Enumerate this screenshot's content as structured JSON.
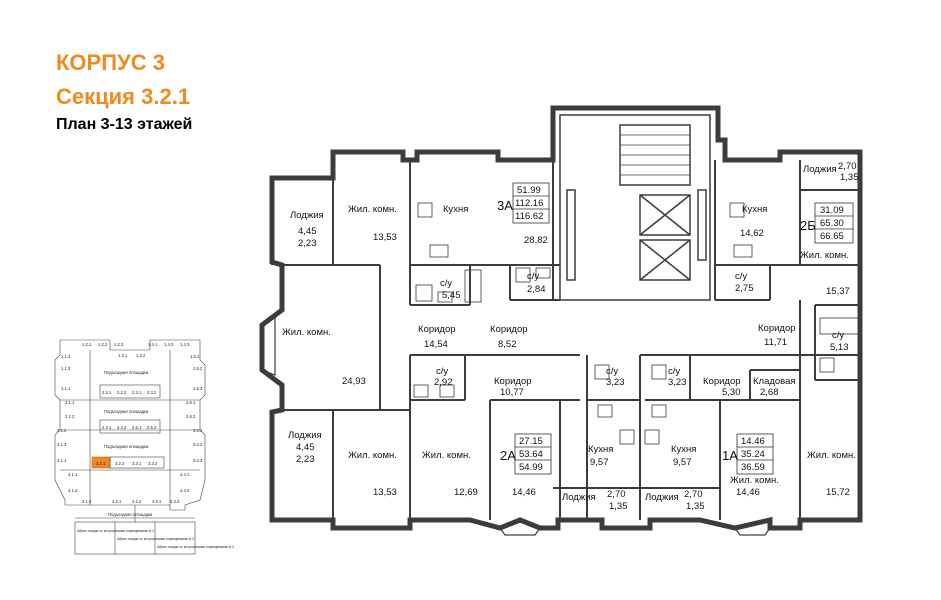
{
  "title": {
    "building": "КОРПУС 3",
    "section": "Секция 3.2.1",
    "plan": "План 3-13 этажей"
  },
  "colors": {
    "accent": "#f08a1c",
    "wall": "#3c3c3c",
    "highlight": "#f08a1c"
  },
  "rooms": {
    "loggia_tl": {
      "name": "Лоджия",
      "v1": "4,45",
      "v2": "2,23"
    },
    "room_tl": {
      "name": "Жил. комн.",
      "v": "13,53"
    },
    "kitchen_3a": {
      "name": "Кухня"
    },
    "area_3a": {
      "v": "28,82"
    },
    "wc_l": {
      "name": "с/у",
      "v": "5,45"
    },
    "wc_3a": {
      "name": "с/у",
      "v": "2,84"
    },
    "room_big_l": {
      "name": "Жил. комн.",
      "v": "24,93"
    },
    "corr_l1": {
      "name": "Коридор",
      "v": "14,54"
    },
    "corr_l2": {
      "name": "Коридор",
      "v": "8,52"
    },
    "wc_ml": {
      "name": "с/у",
      "v": "2,92"
    },
    "corr_2a": {
      "name": "Коридор",
      "v": "10,77"
    },
    "wc_2a": {
      "name": "с/у",
      "v": "3,23"
    },
    "wc_1a": {
      "name": "с/у",
      "v": "3,23"
    },
    "loggia_bl": {
      "name": "Лоджия",
      "v1": "4,45",
      "v2": "2,23"
    },
    "room_bl": {
      "name": "Жил. комн.",
      "v": "13,53"
    },
    "room_bml": {
      "name": "Жил. комн.",
      "v": "12,69"
    },
    "room_2a": {
      "v": "14,46"
    },
    "kitchen_2a": {
      "name": "Кухня",
      "v": "9,57"
    },
    "kitchen_1a": {
      "name": "Кухня",
      "v": "9,57"
    },
    "loggia_b1": {
      "name": "Лоджия",
      "v": "2,70",
      "v2": "1,35"
    },
    "loggia_b2": {
      "name": "Лоджия",
      "v": "2,70",
      "v2": "1,35"
    },
    "room_1a": {
      "name": "Жил. комн.",
      "v": "14,46"
    },
    "kitchen_2b": {
      "name": "Кухня",
      "v": "14,62"
    },
    "wc_2b": {
      "name": "с/у",
      "v": "2,75"
    },
    "loggia_tr": {
      "name": "Лоджия",
      "v": "2,70",
      "v2": "1,35"
    },
    "room_2b": {
      "name": "Жил. комн.",
      "v": "15,37"
    },
    "corr_r": {
      "name": "Коридор",
      "v": "11,71"
    },
    "wc_r": {
      "name": "с/у",
      "v": "5,13"
    },
    "corr_1a": {
      "name": "Коридор",
      "v": "5,30"
    },
    "pantry": {
      "name": "Кладовая",
      "v": "2,68"
    },
    "room_br": {
      "name": "Жил. комн.",
      "v": "15,72"
    }
  },
  "apartments": {
    "a3": {
      "code": "3А",
      "v1": "51.99",
      "v2": "112.16",
      "v3": "116.62"
    },
    "a2b": {
      "code": "2Б",
      "v1": "31.09",
      "v2": "65.30",
      "v3": "66.65"
    },
    "a2a": {
      "code": "2А",
      "v1": "27.15",
      "v2": "53.64",
      "v3": "54.99"
    },
    "a1a": {
      "code": "1А",
      "v1": "14.46",
      "v2": "35.24",
      "v3": "36.59"
    }
  },
  "keyplan": {
    "top": [
      "1.2.1",
      "1.2.2",
      "1.2.3",
      "1.4.1",
      "1.4.2",
      "1.4.3"
    ],
    "center_top": [
      "1.3.1",
      "1.3.2"
    ],
    "left_col": [
      "1.1.2",
      "1.1.3",
      "1.1.1",
      "2.1.1",
      "2.1.2",
      "3.1.2",
      "3.1.3",
      "3.1.1",
      "4.1.1",
      "4.1.2"
    ],
    "right_col": [
      "1.5.1",
      "1.5.2",
      "1.5.3",
      "2.6.1",
      "2.6.2",
      "3.4.1",
      "3.4.2",
      "3.4.3",
      "4.4.1",
      "4.4.2"
    ],
    "row2": [
      "2.2.1",
      "2.2.2",
      "2.3.1",
      "2.3.2"
    ],
    "row3": [
      "2.4.1",
      "2.4.2",
      "2.5.1",
      "2.5.2"
    ],
    "row4": [
      "3.2.1",
      "3.2.2",
      "3.3.1",
      "3.3.2"
    ],
    "bottom": [
      "4.1.3",
      "4.2.1",
      "4.2.2",
      "4.3.1",
      "4.3.2"
    ],
    "courtyard": "Подъездная площадка",
    "legend": [
      "Абрис секции со встроенными помещениями 5.1",
      "Абрис секции со встроенными помещениями 5.2",
      "Абрис секции со встроенными помещениями 5.3"
    ]
  }
}
